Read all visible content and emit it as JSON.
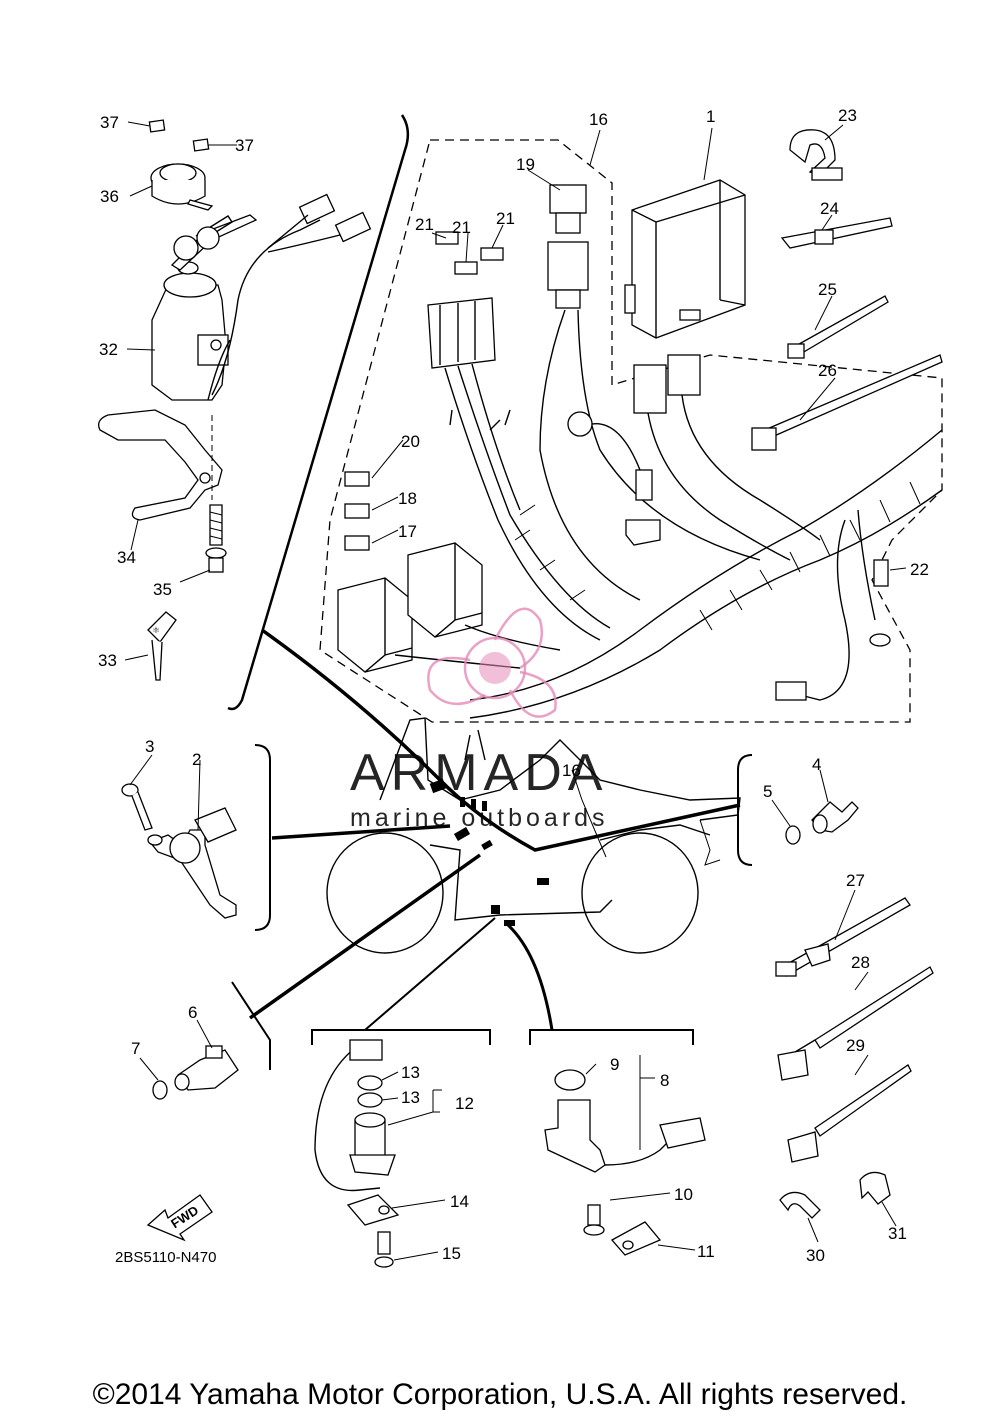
{
  "callouts": {
    "c1": "1",
    "c2": "2",
    "c3": "3",
    "c4": "4",
    "c5": "5",
    "c6": "6",
    "c7": "7",
    "c8": "8",
    "c9": "9",
    "c10": "10",
    "c11": "11",
    "c12": "12",
    "c13a": "13",
    "c13b": "13",
    "c14": "14",
    "c15": "15",
    "c16a": "16",
    "c16b": "16",
    "c17": "17",
    "c18": "18",
    "c19": "19",
    "c20": "20",
    "c21a": "21",
    "c21b": "21",
    "c21c": "21",
    "c22": "22",
    "c23": "23",
    "c24": "24",
    "c25": "25",
    "c26": "26",
    "c27": "27",
    "c28": "28",
    "c29": "29",
    "c30": "30",
    "c31": "31",
    "c32": "32",
    "c33": "33",
    "c34": "34",
    "c35": "35",
    "c36": "36",
    "c37a": "37",
    "c37b": "37"
  },
  "fwd_arrow": "FWD",
  "diagram_code": "2BS5110-N470",
  "watermark": {
    "brand": "ARMADA",
    "tagline": "marine outboards",
    "color": "#e58ab8"
  },
  "copyright": "©2014 Yamaha Motor Corporation, U.S.A. All rights reserved."
}
